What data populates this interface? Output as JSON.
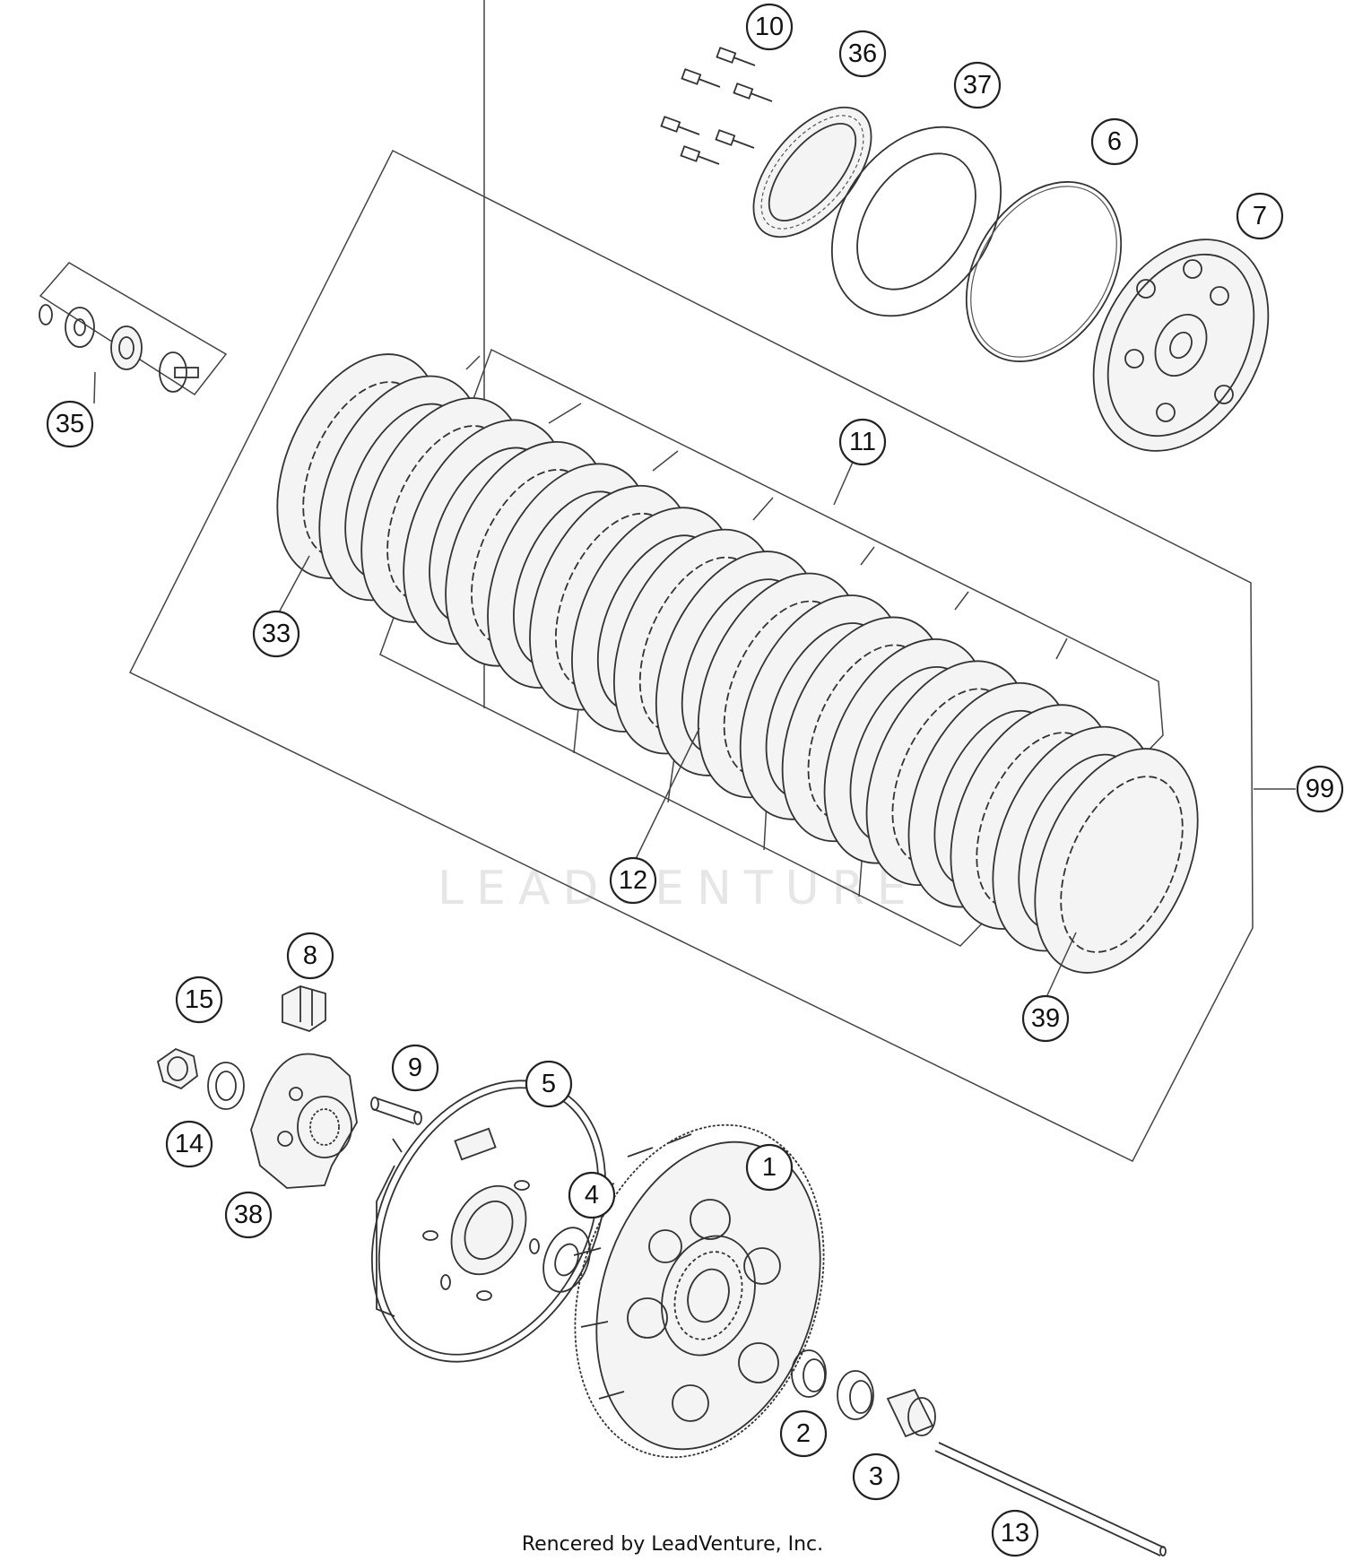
{
  "diagram": {
    "callouts": [
      {
        "id": "10",
        "label": "10"
      },
      {
        "id": "36",
        "label": "36"
      },
      {
        "id": "37",
        "label": "37"
      },
      {
        "id": "6",
        "label": "6"
      },
      {
        "id": "7",
        "label": "7"
      },
      {
        "id": "35",
        "label": "35"
      },
      {
        "id": "11",
        "label": "11"
      },
      {
        "id": "33",
        "label": "33"
      },
      {
        "id": "99",
        "label": "99"
      },
      {
        "id": "12",
        "label": "12"
      },
      {
        "id": "39",
        "label": "39"
      },
      {
        "id": "8",
        "label": "8"
      },
      {
        "id": "15",
        "label": "15"
      },
      {
        "id": "9",
        "label": "9"
      },
      {
        "id": "5",
        "label": "5"
      },
      {
        "id": "14",
        "label": "14"
      },
      {
        "id": "38",
        "label": "38"
      },
      {
        "id": "4",
        "label": "4"
      },
      {
        "id": "1",
        "label": "1"
      },
      {
        "id": "2",
        "label": "2"
      },
      {
        "id": "3",
        "label": "3"
      },
      {
        "id": "13",
        "label": "13"
      }
    ],
    "watermark": "LEADVENTURE",
    "credit": "Rencered by LeadVenture, Inc."
  }
}
